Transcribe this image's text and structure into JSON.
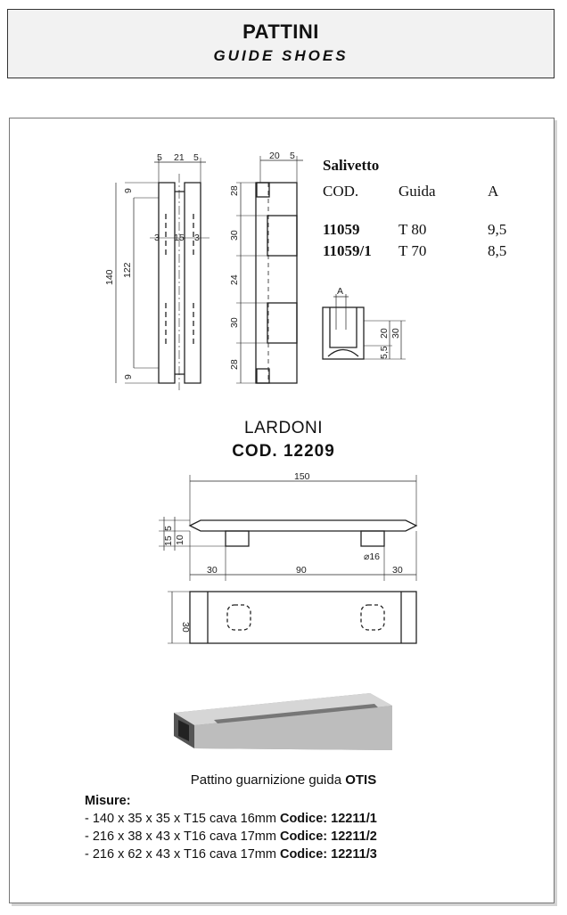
{
  "header": {
    "title": "PATTINI",
    "subtitle": "GUIDE SHOES"
  },
  "salivetto": {
    "title": "Salivetto",
    "columns": [
      "COD.",
      "Guida",
      "A"
    ],
    "rows": [
      {
        "cod": "11059",
        "guida": "T 80",
        "a": "9,5"
      },
      {
        "cod": "11059/1",
        "guida": "T 70",
        "a": "8,5"
      }
    ]
  },
  "drawing1": {
    "dims": {
      "top_5a": "5",
      "top_21": "21",
      "top_5b": "5",
      "inner_3a": "3",
      "inner_15": "15",
      "inner_3b": "3",
      "h_140": "140",
      "h_122": "122",
      "h_9a": "9",
      "h_9b": "9"
    }
  },
  "drawing2": {
    "dims": {
      "top_20": "20",
      "top_5": "5",
      "s_28a": "28",
      "s_30a": "30",
      "s_24": "24",
      "s_30b": "30",
      "s_28b": "28"
    }
  },
  "drawing3": {
    "dims": {
      "a": "A",
      "d20": "20",
      "d30": "30",
      "d55": "5,5"
    }
  },
  "lardoni": {
    "title": "LARDONI",
    "code": "COD.  12209",
    "dims": {
      "length": "150",
      "d30a": "30",
      "d90": "90",
      "d30b": "30",
      "dia": "⌀16",
      "d5": "5",
      "d10": "10",
      "d15": "15",
      "width": "30"
    }
  },
  "product": {
    "caption_prefix": "Pattino guarnizione guida",
    "caption_brand": "OTIS",
    "misure_label": "Misure:",
    "items": [
      {
        "text": "- 140 x 35 x 35 x T15 cava 16mm",
        "code_label": "Codice:",
        "code": "12211/1"
      },
      {
        "text": "- 216 x 38 x 43 x T16 cava 17mm",
        "code_label": "Codice:",
        "code": "12211/2"
      },
      {
        "text": "- 216 x 62 x 43 x T16 cava 17mm",
        "code_label": "Codice:",
        "code": "12211/3"
      }
    ]
  }
}
